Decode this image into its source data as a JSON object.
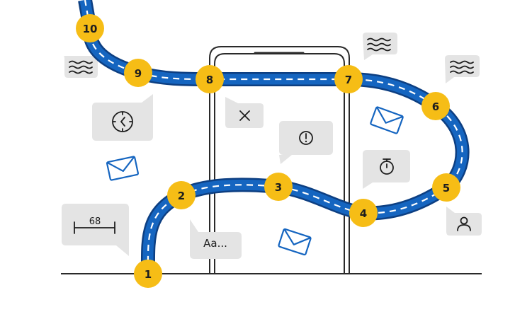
{
  "colors": {
    "road": "#1565c0",
    "road_edge": "#0d3f82",
    "road_dash": "#ffffff",
    "stop": "#f6bd16",
    "bubble": "#e4e4e4",
    "ink": "#1e1e1e",
    "phone_outline": "#2a2a2a"
  },
  "stops": [
    {
      "label": "1"
    },
    {
      "label": "2"
    },
    {
      "label": "3"
    },
    {
      "label": "4"
    },
    {
      "label": "5"
    },
    {
      "label": "6"
    },
    {
      "label": "7"
    },
    {
      "label": "8"
    },
    {
      "label": "9"
    },
    {
      "label": "10"
    }
  ],
  "bubbles": {
    "ruler_value": "68",
    "text_input": "Aa...",
    "icons": [
      "ruler-icon",
      "text-icon",
      "alert-icon",
      "close-icon",
      "clock-icon",
      "stopwatch-icon",
      "user-icon",
      "waves-icon"
    ]
  },
  "envelopes": [
    "mail-icon",
    "mail-icon",
    "mail-icon"
  ]
}
